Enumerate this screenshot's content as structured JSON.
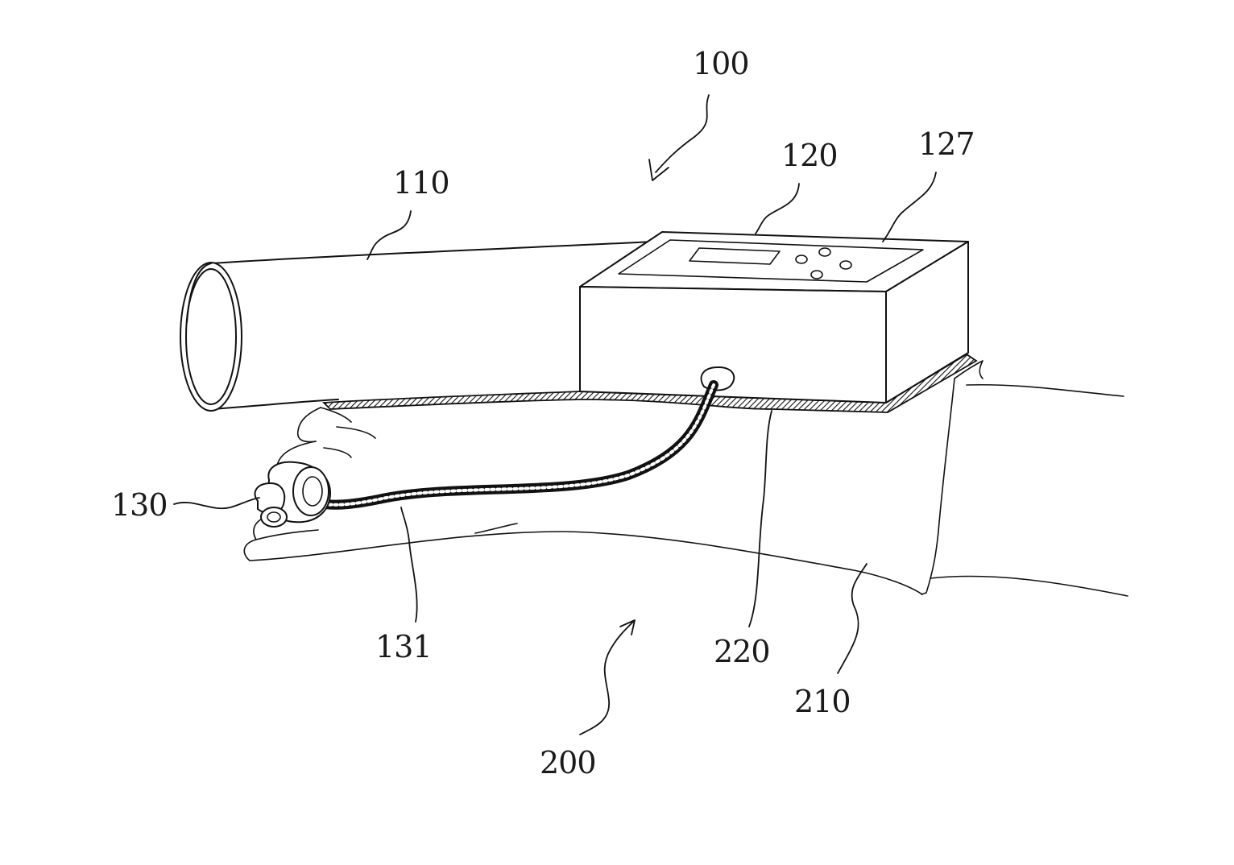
{
  "labels": {
    "device": "100",
    "cuff": "110",
    "main_body": "120",
    "control_panel": "127",
    "finger_sensor": "130",
    "sensor_cable": "131",
    "user_arm": "200",
    "upper_arm": "210",
    "forearm": "220"
  }
}
